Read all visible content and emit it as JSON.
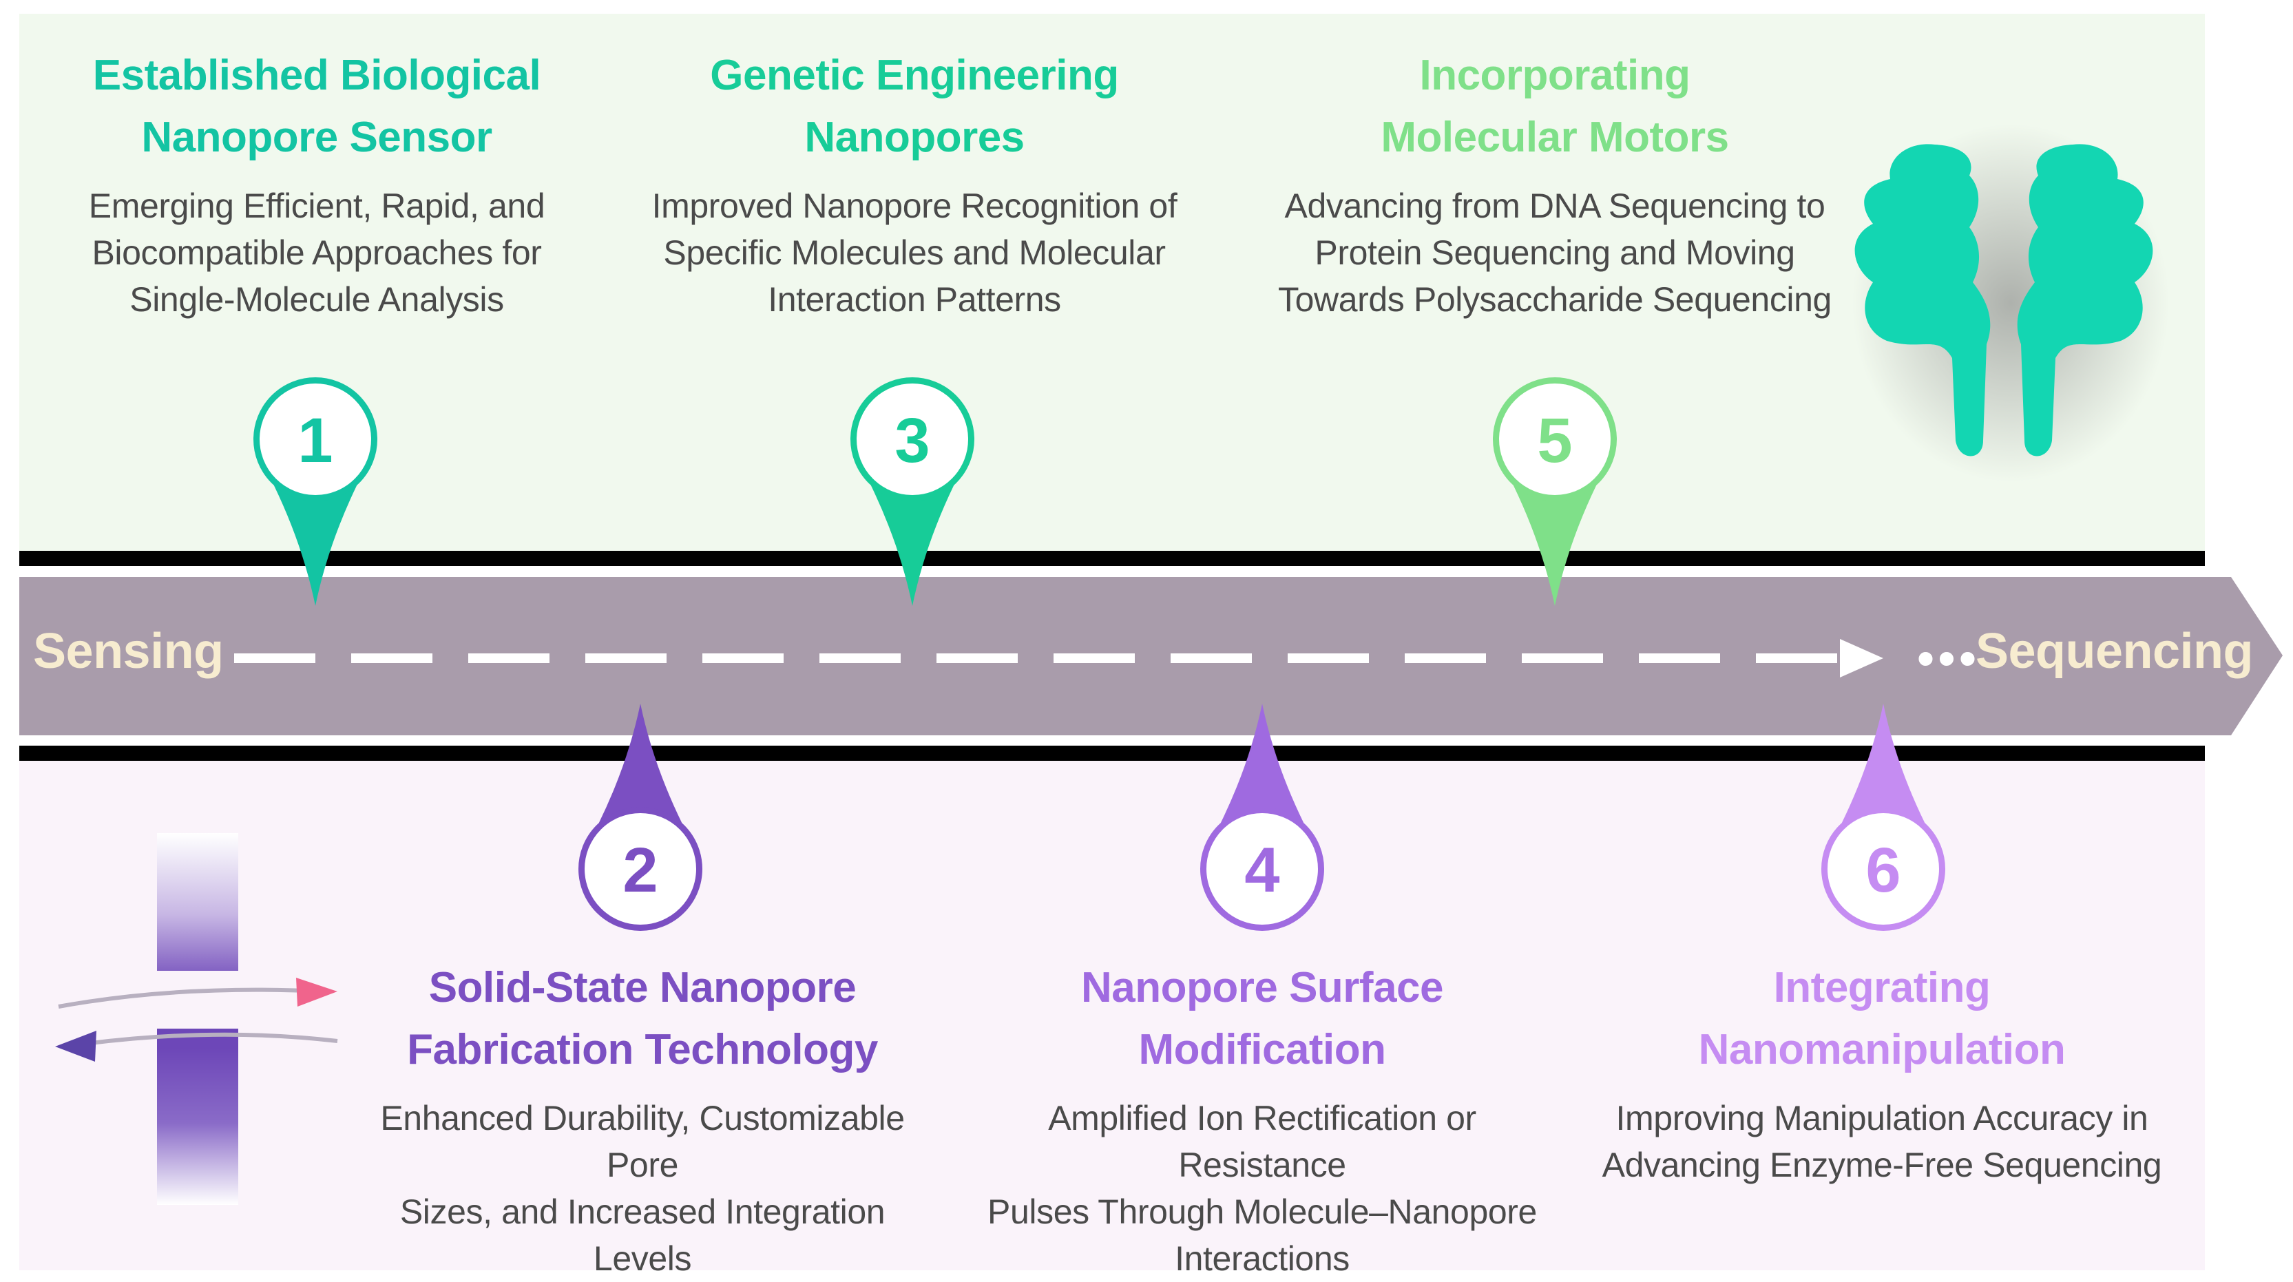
{
  "road": {
    "start_label": "Sensing",
    "end_label": "Sequencing",
    "ellipsis": "•••",
    "color": "#a99cab"
  },
  "milestones": [
    {
      "number": "1",
      "title_line1": "Established Biological",
      "title_line2": "Nanopore Sensor",
      "desc_lines": [
        "Emerging Efficient, Rapid, and",
        "Biocompatible Approaches for",
        "Single-Molecule Analysis"
      ],
      "color": "#13c4a3",
      "side": "top"
    },
    {
      "number": "2",
      "title_line1": "Solid-State Nanopore",
      "title_line2": "Fabrication Technology",
      "desc_lines": [
        "Enhanced Durability, Customizable Pore",
        "Sizes, and Increased Integration Levels"
      ],
      "color": "#7b4fc2",
      "side": "bottom"
    },
    {
      "number": "3",
      "title_line1": "Genetic Engineering",
      "title_line2": "Nanopores",
      "desc_lines": [
        "Improved Nanopore Recognition of",
        "Specific Molecules and Molecular",
        "Interaction Patterns"
      ],
      "color": "#17cc98",
      "side": "top"
    },
    {
      "number": "4",
      "title_line1": "Nanopore Surface",
      "title_line2": "Modification",
      "desc_lines": [
        "Amplified Ion Rectification or Resistance",
        "Pulses Through Molecule–Nanopore",
        "Interactions"
      ],
      "color": "#9f6ae0",
      "side": "bottom"
    },
    {
      "number": "5",
      "title_line1": "Incorporating",
      "title_line2": "Molecular Motors",
      "desc_lines": [
        "Advancing from DNA Sequencing to",
        "Protein Sequencing and Moving",
        "Towards Polysaccharide Sequencing"
      ],
      "color": "#7fe089",
      "side": "top"
    },
    {
      "number": "6",
      "title_line1": "Integrating",
      "title_line2": "Nanomanipulation",
      "desc_lines": [
        "Improving Manipulation Accuracy in",
        "Advancing Enzyme-Free Sequencing"
      ],
      "color": "#c58cf2",
      "side": "bottom"
    }
  ],
  "colors": {
    "top_panel": "#f1f9ee",
    "bottom_panel": "#faf3fa",
    "protein_pore": "#13d6b2",
    "solid_state_pore": "#6d47b8",
    "arrow_pink": "#f0648c",
    "arrow_purple": "#5b44a8"
  }
}
